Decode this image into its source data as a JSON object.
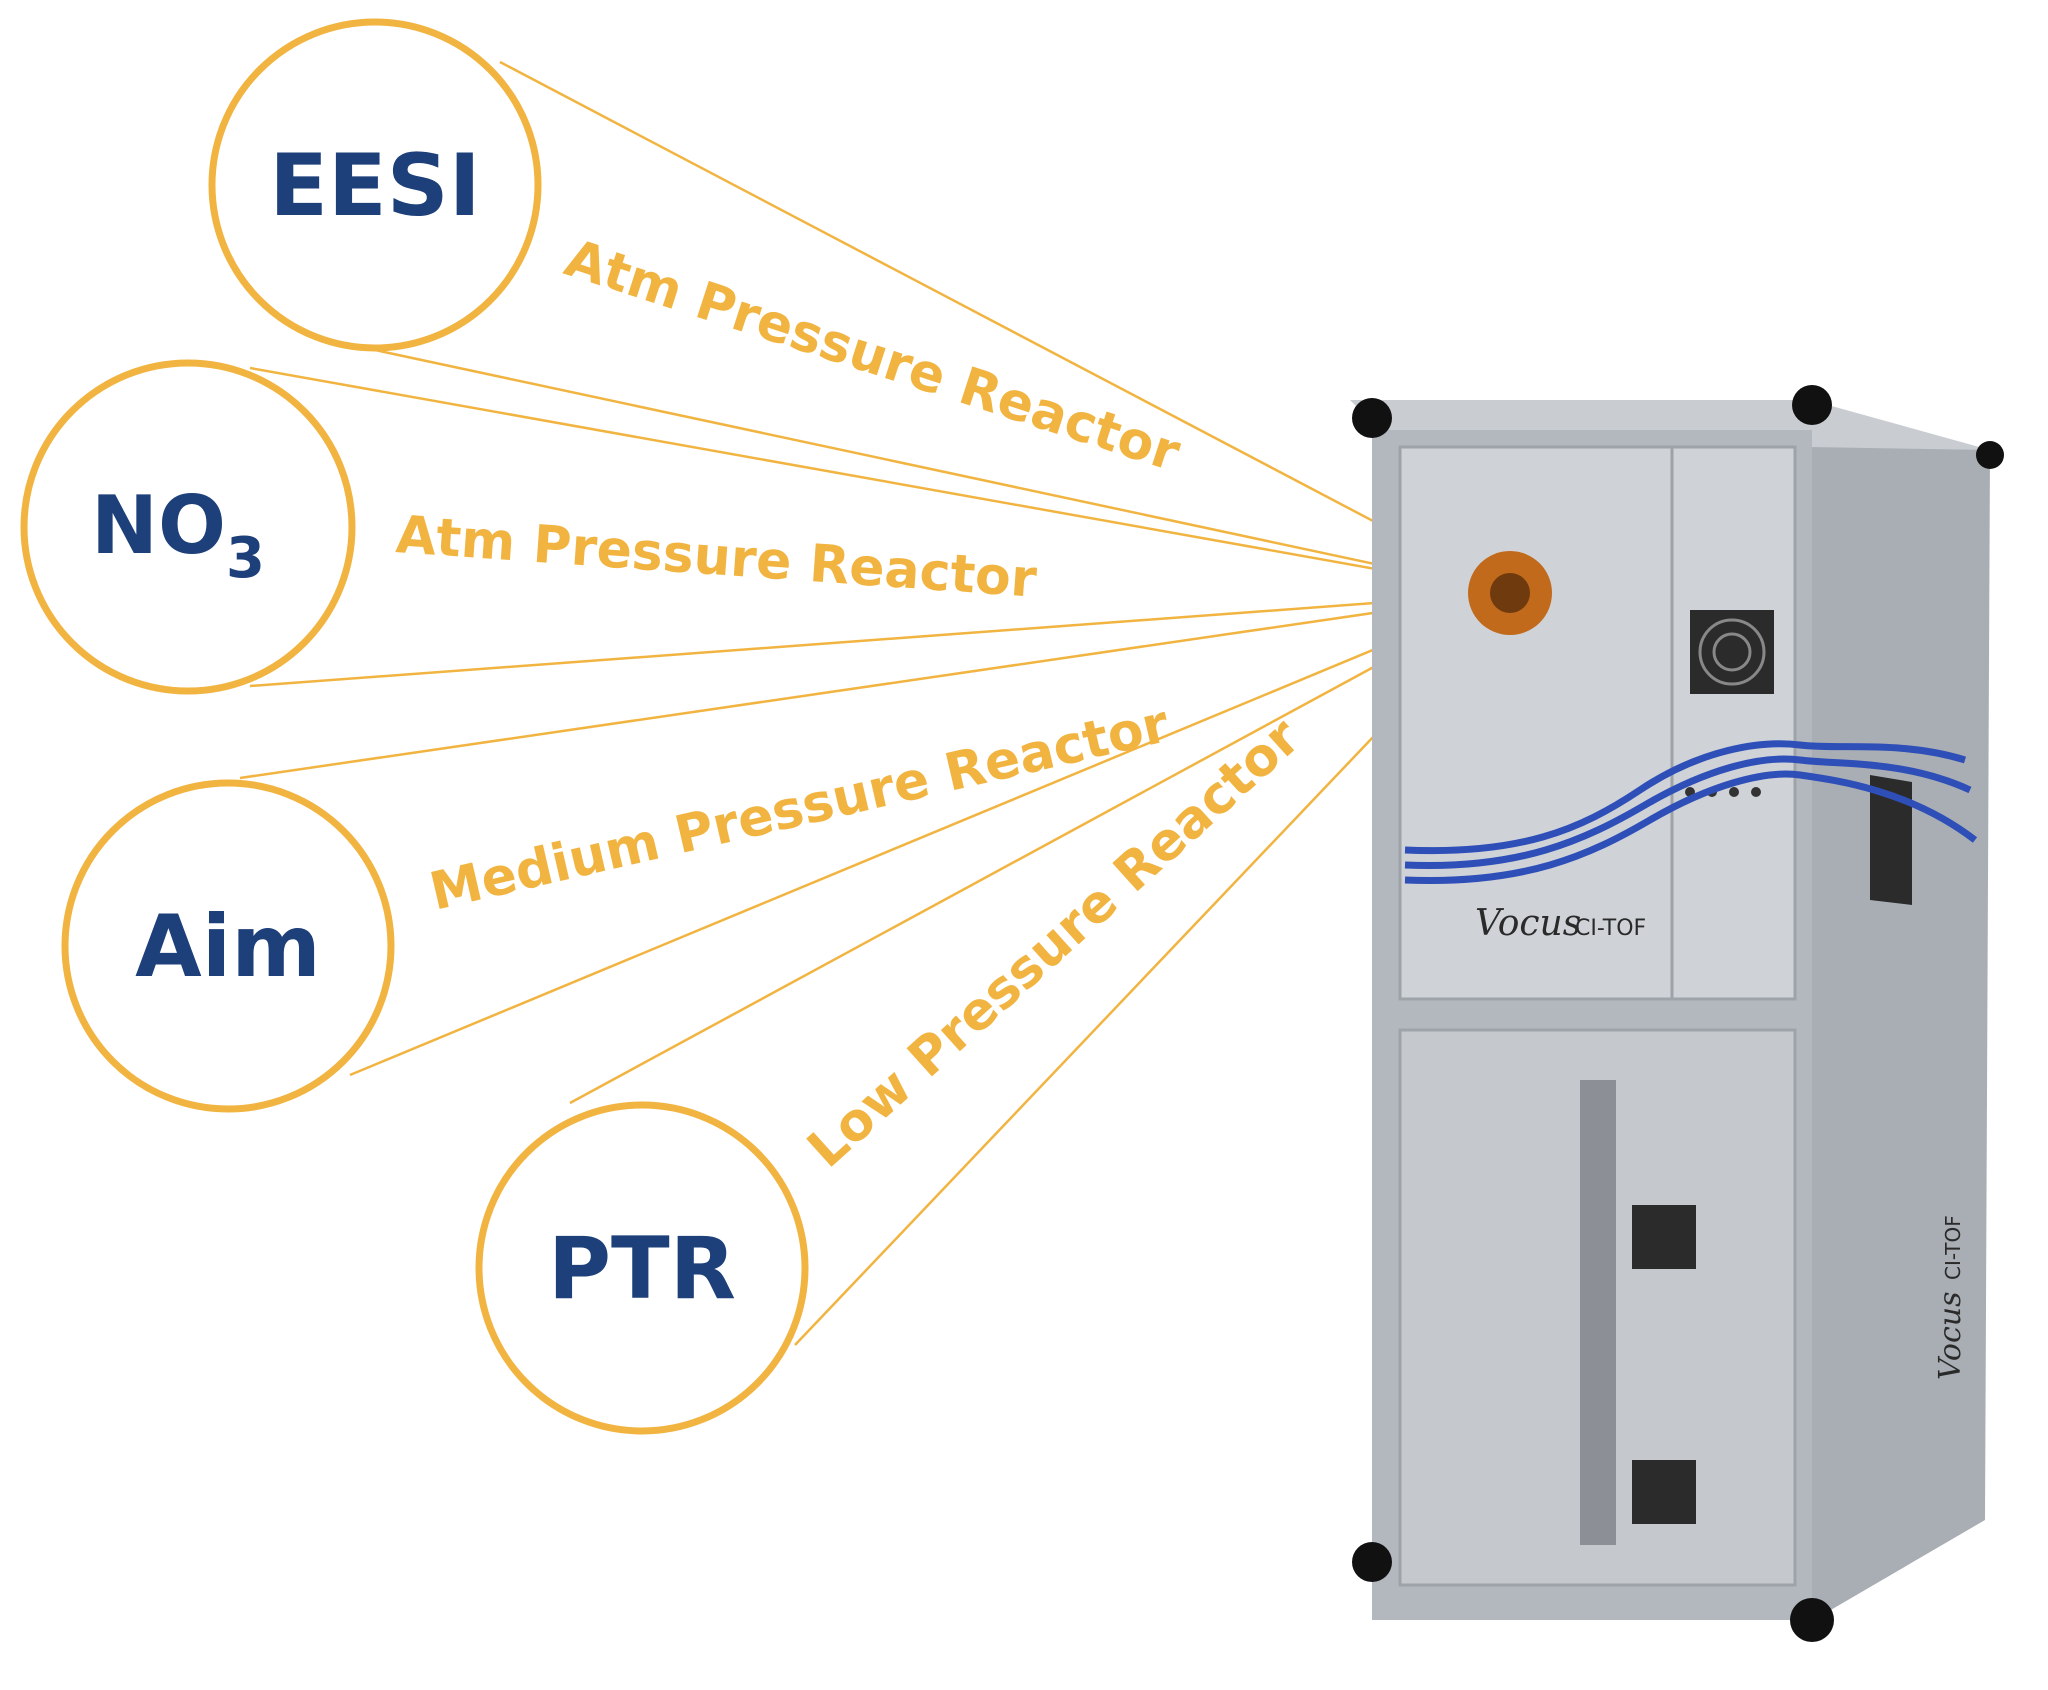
{
  "colors": {
    "accent": "#f2b441",
    "label_text": "#1d3f7a",
    "frame": "#b9bec4",
    "panel": "#cdd1d6",
    "cable": "#2f4fb8",
    "port": "#c26a1c"
  },
  "ionization_methods": [
    {
      "label": "EESI"
    },
    {
      "label": "NO",
      "subscript": "3"
    },
    {
      "label": "Aim"
    },
    {
      "label": "PTR"
    }
  ],
  "reactors": [
    {
      "label": "Atm Pressure Reactor"
    },
    {
      "label": "Atm Pressure Reactor"
    },
    {
      "label": "Medium Pressure Reactor"
    },
    {
      "label": "Low Pressure Reactor"
    }
  ],
  "instrument": {
    "brand_script": "Vocus",
    "model": "CI-TOF"
  }
}
